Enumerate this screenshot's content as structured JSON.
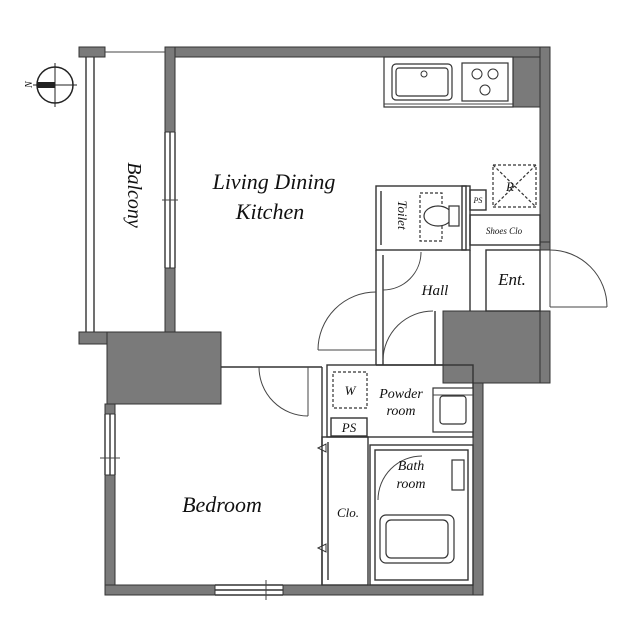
{
  "compass": {
    "north_label": "N"
  },
  "rooms": {
    "balcony": "Balcony",
    "ldk_line1": "Living Dining",
    "ldk_line2": "Kitchen",
    "toilet": "Toilet",
    "hall": "Hall",
    "entrance": "Ent.",
    "shoes_closet": "Shoes Clo",
    "refrigerator": "R",
    "pipe_space_top": "PS",
    "pipe_space_mid": "PS",
    "washer": "W",
    "powder_line1": "Powder",
    "powder_line2": "room",
    "bath_line1": "Bath",
    "bath_line2": "room",
    "bedroom": "Bedroom",
    "closet": "Clo."
  }
}
